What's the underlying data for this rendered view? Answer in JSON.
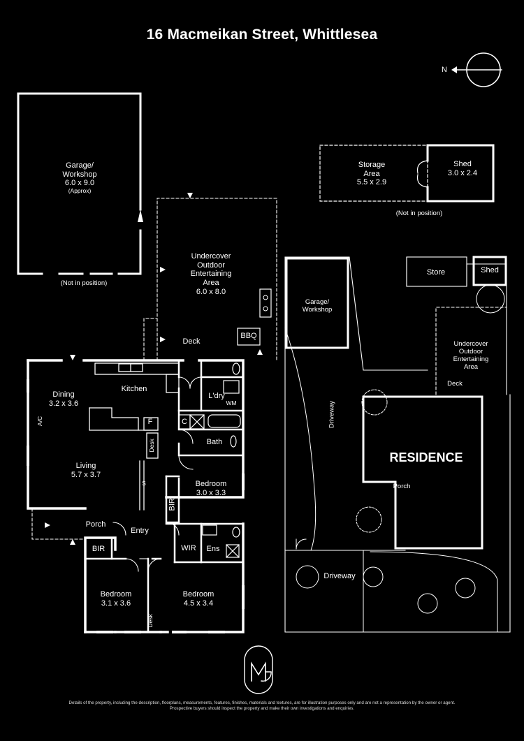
{
  "title": "16 Macmeikan Street, Whittlesea",
  "compass_label": "N",
  "rooms": {
    "garage_workshop": {
      "name_1": "Garage/",
      "name_2": "Workshop",
      "size": "6.0 x 9.0",
      "note": "(Approx)"
    },
    "garage_note": "(Not in position)",
    "storage": {
      "name_1": "Storage",
      "name_2": "Area",
      "size": "5.5 x 2.9"
    },
    "shed": {
      "name": "Shed",
      "size": "3.0 x 2.4"
    },
    "storage_note": "(Not in position)",
    "outdoor": {
      "name_1": "Undercover",
      "name_2": "Outdoor",
      "name_3": "Entertaining",
      "name_4": "Area",
      "size": "6.0 x 8.0"
    },
    "deck": "Deck",
    "bbq": "BBQ",
    "dining": {
      "name": "Dining",
      "size": "3.2 x 3.6"
    },
    "kitchen": "Kitchen",
    "ac": "A/C",
    "fridge": "F",
    "desk_kitchen": "Desk",
    "laundry": "L'dry",
    "wm": "WM",
    "cupboard": "C",
    "bath": "Bath",
    "living": {
      "name": "Living",
      "size": "5.7 x 3.7"
    },
    "s_label": "S",
    "bedroom_2": {
      "name": "Bedroom",
      "size": "3.0 x 3.3"
    },
    "bir_side": "BIR",
    "porch": "Porch",
    "entry": "Entry",
    "wir": "WIR",
    "ens": "Ens",
    "bir_bottom": "BIR",
    "bedroom_3": {
      "name": "Bedroom",
      "size": "3.1 x 3.6"
    },
    "bedroom_master": {
      "name": "Bedroom",
      "size": "4.5 x 3.4"
    },
    "desk_bed": "Desk"
  },
  "site": {
    "store": "Store",
    "shed": "Shed",
    "garage": {
      "name_1": "Garage/",
      "name_2": "Workshop"
    },
    "outdoor": {
      "name_1": "Undercover",
      "name_2": "Outdoor",
      "name_3": "Entertaining",
      "name_4": "Area"
    },
    "deck": "Deck",
    "driveway_vertical": "Driveway",
    "residence": "RESIDENCE",
    "porch": "Porch",
    "driveway_horizontal": "Driveway"
  },
  "logo_letters": "MG",
  "disclaimer_1": "Details of the property, including the description, floorplans, measurements, features, finishes, materials and textures, are for illustration purposes only and are not a representation by the owner or agent.",
  "disclaimer_2": "Prospective buyers should inspect the property and make their own investigations and enquiries.",
  "colors": {
    "background": "#000000",
    "lines": "#ffffff"
  }
}
